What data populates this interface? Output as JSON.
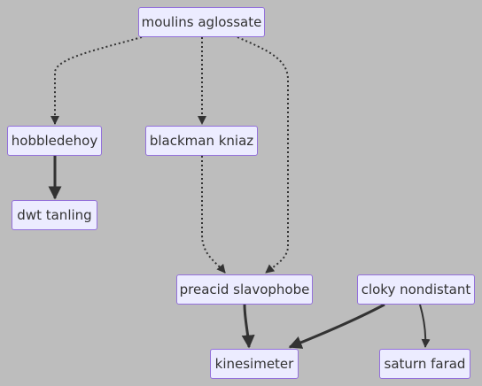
{
  "nodes": {
    "moulins_aglossate": "moulins aglossate",
    "hobbledehoy": "hobbledehoy",
    "blackman_kniaz": "blackman kniaz",
    "dwt_tanling": "dwt tanling",
    "preacid_slavophobe": "preacid slavophobe",
    "cloky_nondistant": "cloky nondistant",
    "kinesimeter": "kinesimeter",
    "saturn_farad": "saturn farad"
  },
  "edges": [
    {
      "from": "moulins aglossate",
      "to": "hobbledehoy",
      "style": "dotted"
    },
    {
      "from": "moulins aglossate",
      "to": "blackman kniaz",
      "style": "dotted"
    },
    {
      "from": "moulins aglossate",
      "to": "preacid slavophobe",
      "style": "dotted"
    },
    {
      "from": "hobbledehoy",
      "to": "dwt tanling",
      "style": "thick"
    },
    {
      "from": "blackman kniaz",
      "to": "preacid slavophobe",
      "style": "dotted"
    },
    {
      "from": "preacid slavophobe",
      "to": "kinesimeter",
      "style": "thick"
    },
    {
      "from": "cloky nondistant",
      "to": "kinesimeter",
      "style": "thick"
    },
    {
      "from": "cloky nondistant",
      "to": "saturn farad",
      "style": "solid"
    }
  ],
  "colors": {
    "background": "#bdbdbd",
    "node_fill": "#ececff",
    "node_border": "#9370db",
    "text": "#333333",
    "edge": "#333333"
  }
}
